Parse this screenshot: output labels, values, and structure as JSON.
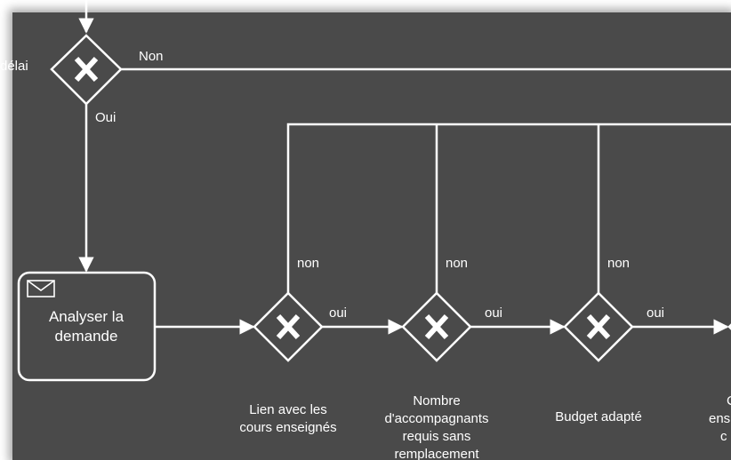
{
  "top_gateway": {
    "left_label": "délai",
    "no_label": "Non",
    "yes_label": "Oui"
  },
  "task": {
    "line1": "Analyser la",
    "line2": "demande"
  },
  "gateways": [
    {
      "no_label": "non",
      "yes_label": "oui",
      "caption": [
        "Lien avec les",
        "cours enseignés"
      ]
    },
    {
      "no_label": "non",
      "yes_label": "oui",
      "caption": [
        "Nombre",
        "d'accompagnants",
        "requis sans",
        "remplacement"
      ]
    },
    {
      "no_label": "non",
      "yes_label": "oui",
      "caption": [
        "Budget adapté"
      ]
    },
    {
      "no_label": "",
      "yes_label": "",
      "caption": [
        "C",
        "ens",
        "c"
      ]
    }
  ],
  "colors": {
    "canvas": "#4a4a4a",
    "stroke": "#ffffff",
    "text": "#ffffff"
  },
  "icons": [
    "envelope-icon",
    "exclusive-gateway-x-icon"
  ]
}
